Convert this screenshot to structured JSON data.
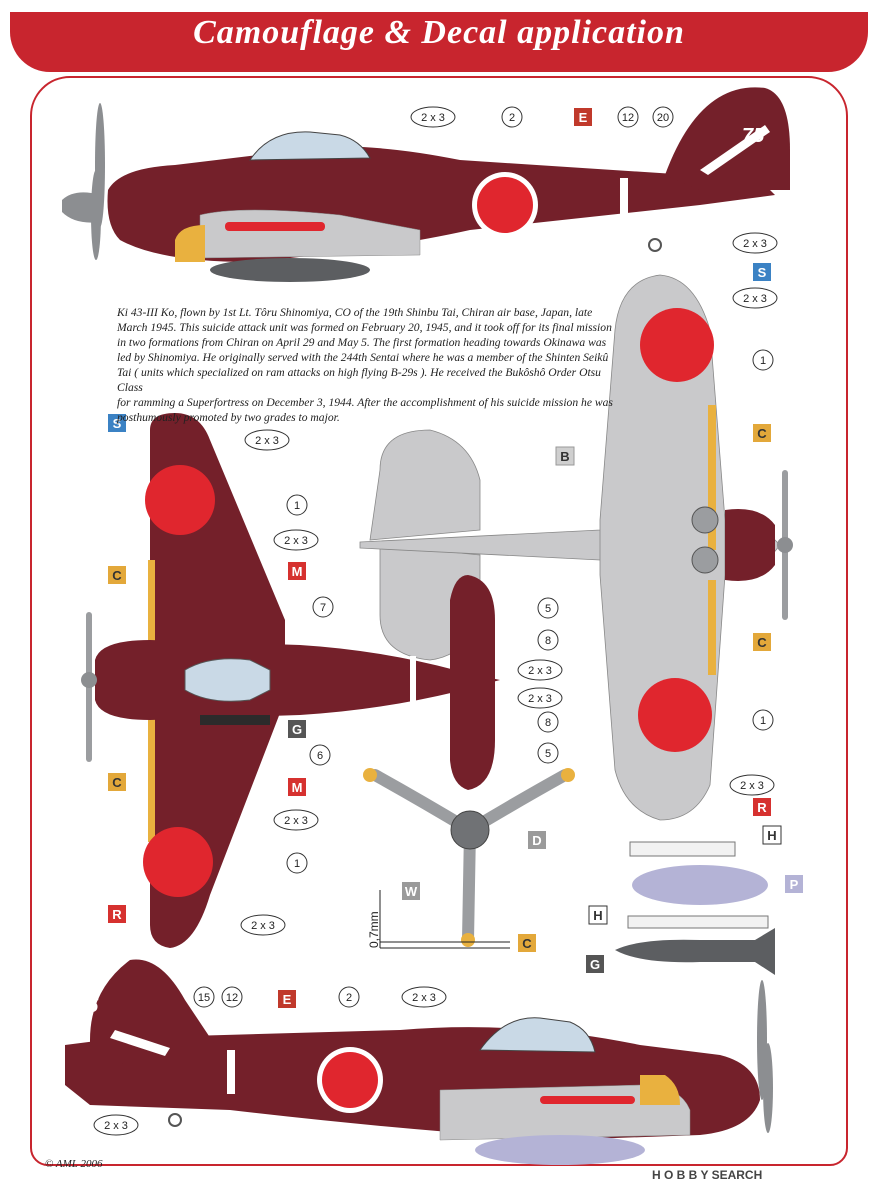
{
  "header": {
    "title": "Camouflage & Decal application"
  },
  "description": [
    "Ki 43-III Ko, flown by 1st Lt. Tôru Shinomiya, CO of the 19th Shinbu Tai, Chiran air base, Japan, late",
    "March 1945. This suicide attack unit was formed on February 20, 1945, and it took off for its final mission",
    "in two formations from  Chiran on April 29 and May 5. The first formation heading towards Okinawa was",
    "led by Shinomiya. He originally served with the 244th Sentai where he was  a member of the Shinten Seikû",
    "Tai ( units which specialized  on ram attacks on high flying B-29s ). He received the Bukôshô Order Otsu Class",
    "for ramming a Superfortress on December 3, 1944. After the accomplishment of his suicide mission he was",
    "posthumously promoted by two grades to major."
  ],
  "tail_number": "75",
  "measure_label": "0,7mm",
  "copyright": "© AML 2006",
  "watermark": "H O B B Y SEARCH",
  "colors": {
    "brand_red": "#c8252e",
    "maroon": "#74202a",
    "hinomaru": "#e0262e",
    "light_grey": "#c9c9cb",
    "yellow": "#e9b13f",
    "box_E": "#c0392b",
    "box_S": "#3b82c4",
    "box_B": "#cfcfcf",
    "box_C": "#e3a83a",
    "box_M": "#d6312f",
    "box_G": "#555555",
    "box_R": "#d6312f",
    "box_D": "#9a9a9a",
    "box_W": "#9a9a9a",
    "box_H": "#ffffff",
    "box_P": "#b4b3d6"
  },
  "letter_labels": {
    "E_top": "E",
    "S_right": "S",
    "S_left": "S",
    "B": "B",
    "C_r1": "C",
    "C_r2": "C",
    "C_l1": "C",
    "M_l1": "M",
    "G_l": "G",
    "C_l2": "C",
    "M_l2": "M",
    "R_r": "R",
    "D": "D",
    "H1": "H",
    "P": "P",
    "W": "W",
    "R_l": "R",
    "H2": "H",
    "C_prop": "C",
    "G_bomb": "G",
    "E_bot": "E"
  },
  "callouts": {
    "t_2x3": "2 x 3",
    "t_2": "2",
    "t_12": "12",
    "t_20": "20",
    "t_tail2x3": "2 x 3",
    "r_2x3a": "2 x 3",
    "r_1a": "1",
    "r_1b": "1",
    "r_2x3b": "2 x 3",
    "l_2x3a": "2 x 3",
    "l_1a": "1",
    "l_2x3b": "2 x 3",
    "l_7": "7",
    "l_6": "6",
    "l_2x3c": "2 x 3",
    "l_1b": "1",
    "l_2x3d": "2 x 3",
    "s_5a": "5",
    "s_8a": "8",
    "s_2x3a": "2 x 3",
    "s_2x3b": "2 x 3",
    "s_8b": "8",
    "s_5b": "5",
    "b_15": "15",
    "b_12": "12",
    "b_2": "2",
    "b_2x3": "2 x 3",
    "b_tail2x3": "2 x 3"
  }
}
